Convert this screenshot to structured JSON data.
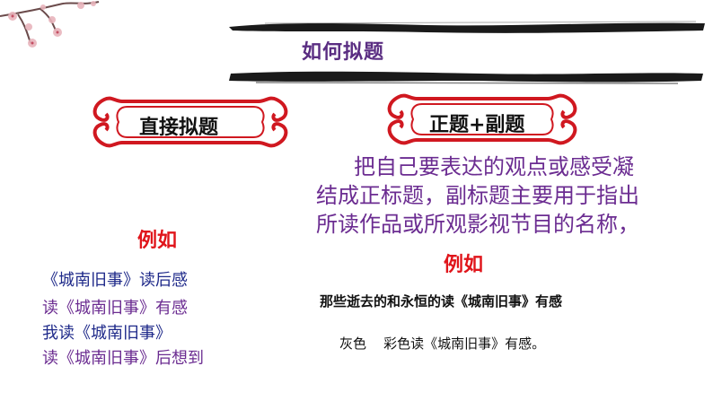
{
  "title": "如何拟题",
  "left_frame_label": "直接拟题",
  "right_frame_label": "正题+副题",
  "explanation_lines": [
    "把自己要表达的观点或感受凝",
    "结成正标题，副标题主要用于指出",
    "所读作品或所观影视节目的名称，"
  ],
  "left_example_heading": "例如",
  "right_example_heading": "例如",
  "left_examples": [
    "《城南旧事》读后感",
    "读《城南旧事》有感",
    "我读《城南旧事》",
    "读《城南旧事》后想到"
  ],
  "right_examples": [
    "那些逝去的和永恒的读《城南旧事》有感",
    "灰色    彩色读《城南旧事》有感。"
  ],
  "colors": {
    "accent_red": "#e0151b",
    "title_purple": "#5a2d82",
    "text_purple": "#6b2c91",
    "text_blue": "#1f2a8a",
    "brush_black": "#1a1a1a",
    "branch_pink": "#d9a0a8"
  }
}
